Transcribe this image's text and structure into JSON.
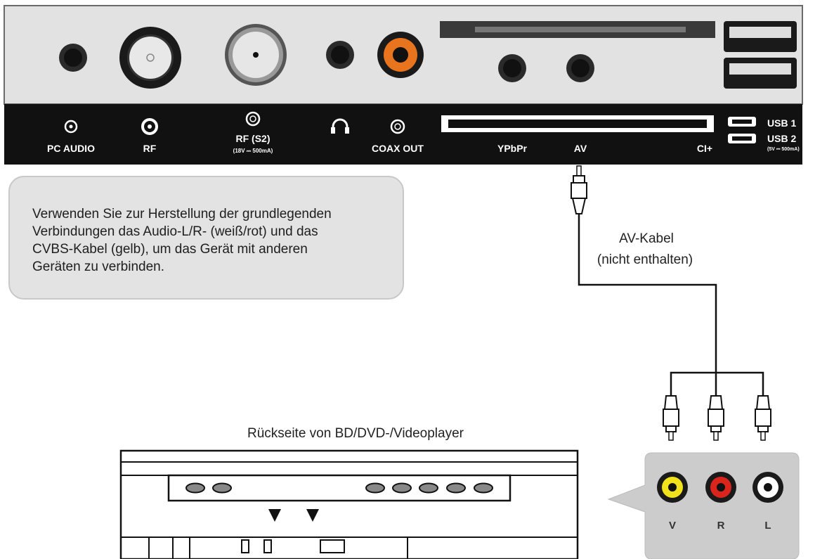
{
  "panel": {
    "labels": {
      "pc_audio": "PC AUDIO",
      "rf": "RF",
      "rf_s2": "RF (S2)",
      "rf_s2_sub": "(18V ⎓ 500mA)",
      "coax_out": "COAX OUT",
      "ypbpr": "YPbPr",
      "av": "AV",
      "ci": "CI+",
      "usb1": "USB 1",
      "usb2": "USB 2",
      "usb2_sub": "(5V ⎓ 500mA)"
    }
  },
  "note": {
    "lines": [
      "Verwenden Sie zur Herstellung der grundlegenden",
      "Verbindungen das Audio-L/R- (weiß/rot) und das",
      "CVBS-Kabel (gelb), um das Gerät mit anderen",
      "Geräten zu verbinden."
    ]
  },
  "cable": {
    "label_line1": "AV-Kabel",
    "label_line2": "(nicht enthalten)"
  },
  "player": {
    "caption": "Rückseite von BD/DVD-/Videoplayer"
  },
  "jacks": {
    "v": "V",
    "r": "R",
    "l": "L"
  },
  "colors": {
    "panel_top": "#e2e2e2",
    "panel_strip": "#111111",
    "coax_orange": "#e8751e",
    "jack_yellow": "#f2e21b",
    "jack_red": "#d9251c",
    "jack_white": "#ffffff",
    "bubble_gray": "#cccccc"
  }
}
